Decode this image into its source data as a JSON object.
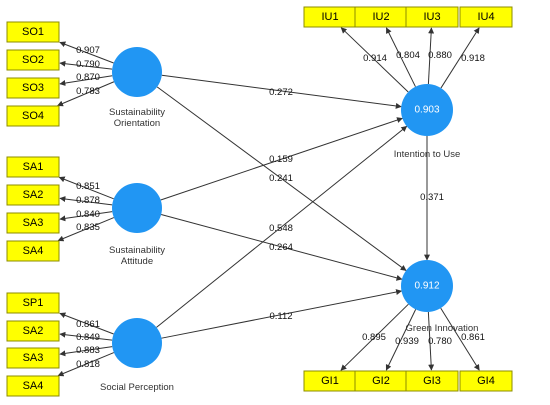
{
  "colors": {
    "indicator_fill": "#ffff00",
    "construct_fill": "#2196f3",
    "arrow": "#333333"
  },
  "constructs": {
    "so": {
      "label_lines": [
        "Sustainability",
        "Orientation"
      ],
      "r2": ""
    },
    "sa": {
      "label_lines": [
        "Sustainability",
        "Attitude"
      ],
      "r2": ""
    },
    "sp": {
      "label_lines": [
        "Social Perception"
      ],
      "r2": ""
    },
    "iu": {
      "label_lines": [
        "Intention to Use"
      ],
      "r2": "0.903"
    },
    "gi": {
      "label_lines": [
        "Green Innovation"
      ],
      "r2": "0.912"
    }
  },
  "indicators": {
    "so": [
      {
        "name": "SO1",
        "loading": "0.907"
      },
      {
        "name": "SO2",
        "loading": "0.790"
      },
      {
        "name": "SO3",
        "loading": "0.870"
      },
      {
        "name": "SO4",
        "loading": "0.783"
      }
    ],
    "sa": [
      {
        "name": "SA1",
        "loading": "0.851"
      },
      {
        "name": "SA2",
        "loading": "0.878"
      },
      {
        "name": "SA3",
        "loading": "0.840"
      },
      {
        "name": "SA4",
        "loading": "0.835"
      }
    ],
    "sp": [
      {
        "name": "SP1",
        "loading": "0.861"
      },
      {
        "name": "SA2",
        "loading": "0.849"
      },
      {
        "name": "SA3",
        "loading": "0.883"
      },
      {
        "name": "SA4",
        "loading": "0.818"
      }
    ],
    "iu": [
      {
        "name": "IU1",
        "loading": "0.914"
      },
      {
        "name": "IU2",
        "loading": "0.804"
      },
      {
        "name": "IU3",
        "loading": "0.880"
      },
      {
        "name": "IU4",
        "loading": "0.918"
      }
    ],
    "gi": [
      {
        "name": "GI1",
        "loading": "0.895"
      },
      {
        "name": "GI2",
        "loading": "0.939"
      },
      {
        "name": "GI3",
        "loading": "0.780"
      },
      {
        "name": "GI4",
        "loading": "0.861"
      }
    ]
  },
  "paths": [
    {
      "from": "so",
      "to": "iu",
      "coef": "0.272"
    },
    {
      "from": "so",
      "to": "gi",
      "coef": "0.241"
    },
    {
      "from": "sa",
      "to": "iu",
      "coef": "0.159"
    },
    {
      "from": "sa",
      "to": "gi",
      "coef": "0.264"
    },
    {
      "from": "sp",
      "to": "iu",
      "coef": "0.548"
    },
    {
      "from": "sp",
      "to": "gi",
      "coef": "0.112"
    },
    {
      "from": "iu",
      "to": "gi",
      "coef": "0.371"
    }
  ]
}
